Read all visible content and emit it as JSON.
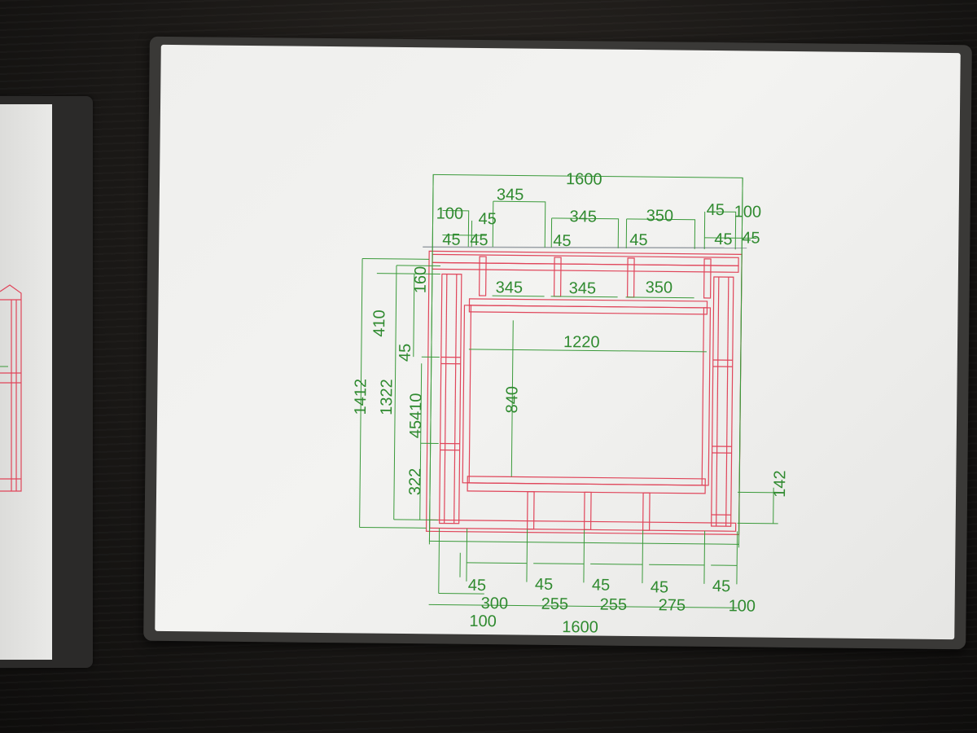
{
  "scene": {
    "description_colors": {
      "table": "#1a1816",
      "paper": "#f1f1ef",
      "dimension_green": "#2f8a2f",
      "frame_red": "#e0455a"
    }
  },
  "drawing": {
    "dims": {
      "top_total": "1600",
      "top_345_high": "345",
      "top_100_left": "100",
      "top_45_a": "45",
      "top_45_b": "45",
      "top_45_c": "45",
      "top_345_mid": "345",
      "top_45_d": "45",
      "top_350_top": "350",
      "top_45_e": "45",
      "top_45_right1": "45",
      "top_100_right": "100",
      "top_45_right2": "45",
      "top_45_right3": "45",
      "row_345_a": "345",
      "row_345_b": "345",
      "row_350": "350",
      "left_160": "160",
      "left_410_top": "410",
      "left_45": "45",
      "left_1412": "1412",
      "left_1322": "1322",
      "left_45410": "45410",
      "left_322": "322",
      "inner_1220": "1220",
      "inner_840": "840",
      "right_142": "142",
      "bottom_45_a": "45",
      "bottom_45_b": "45",
      "bottom_45_c": "45",
      "bottom_45_d": "45",
      "bottom_45_e": "45",
      "bottom_300": "300",
      "bottom_255_a": "255",
      "bottom_255_b": "255",
      "bottom_275": "275",
      "bottom_100_right": "100",
      "bottom_100_left": "100",
      "bottom_total": "1600"
    }
  }
}
